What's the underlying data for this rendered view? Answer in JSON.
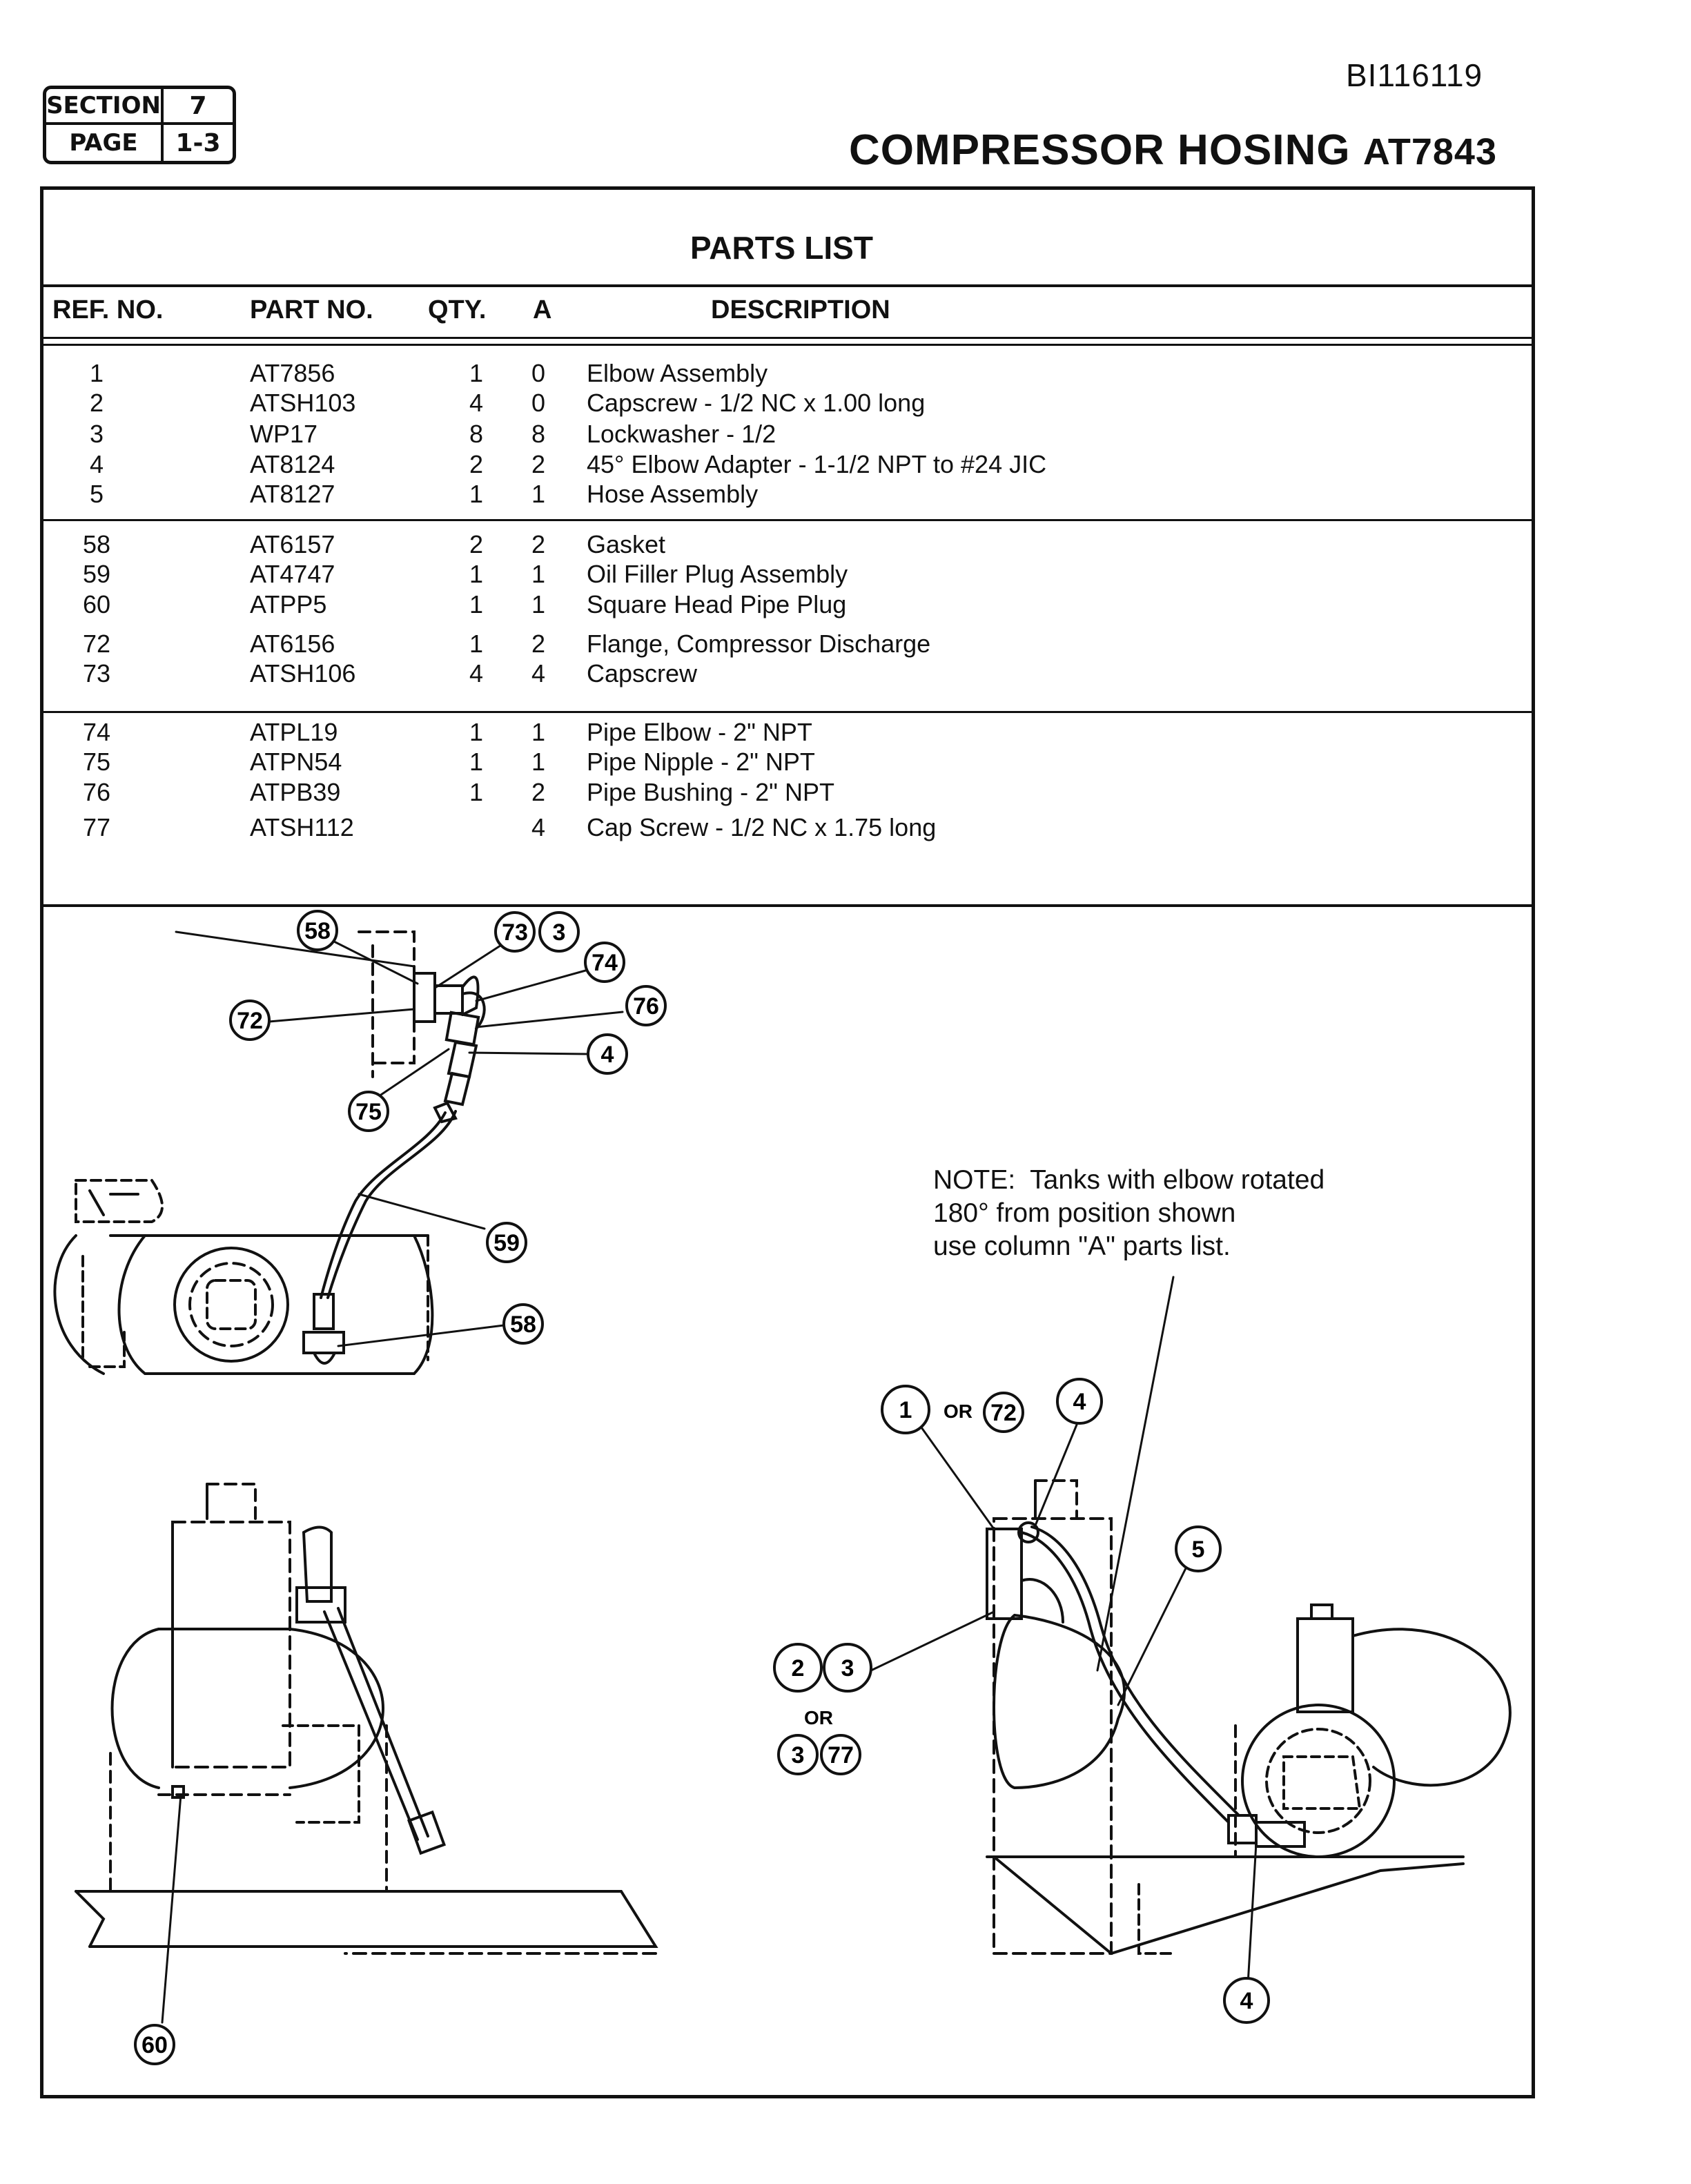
{
  "header": {
    "doc_id": "BI116119",
    "section_label": "SECTION",
    "section_value": "7",
    "page_label": "PAGE",
    "page_value": "1-3",
    "title": "COMPRESSOR HOSING",
    "model": "AT7843"
  },
  "parts_list": {
    "title": "PARTS LIST",
    "columns": [
      "REF. NO.",
      "PART NO.",
      "QTY.",
      "A",
      "DESCRIPTION"
    ],
    "rows": [
      {
        "ref": "1",
        "part": "AT7856",
        "qty": "1",
        "a": "0",
        "desc": "Elbow Assembly"
      },
      {
        "ref": "2",
        "part": "ATSH103",
        "qty": "4",
        "a": "0",
        "desc": "Capscrew - 1/2 NC x 1.00 long"
      },
      {
        "ref": "3",
        "part": "WP17",
        "qty": "8",
        "a": "8",
        "desc": "Lockwasher - 1/2"
      },
      {
        "ref": "4",
        "part": "AT8124",
        "qty": "2",
        "a": "2",
        "desc": "45° Elbow Adapter - 1-1/2 NPT to #24 JIC"
      },
      {
        "ref": "5",
        "part": "AT8127",
        "qty": "1",
        "a": "1",
        "desc": "Hose Assembly"
      },
      {
        "ref": "58",
        "part": "AT6157",
        "qty": "2",
        "a": "2",
        "desc": "Gasket"
      },
      {
        "ref": "59",
        "part": "AT4747",
        "qty": "1",
        "a": "1",
        "desc": "Oil Filler Plug Assembly"
      },
      {
        "ref": "60",
        "part": "ATPP5",
        "qty": "1",
        "a": "1",
        "desc": "Square Head Pipe Plug"
      },
      {
        "ref": "72",
        "part": "AT6156",
        "qty": "1",
        "a": "2",
        "desc": "Flange, Compressor Discharge"
      },
      {
        "ref": "73",
        "part": "ATSH106",
        "qty": "4",
        "a": "4",
        "desc": "Capscrew"
      },
      {
        "ref": "74",
        "part": "ATPL19",
        "qty": "1",
        "a": "1",
        "desc": "Pipe Elbow - 2\" NPT"
      },
      {
        "ref": "75",
        "part": "ATPN54",
        "qty": "1",
        "a": "1",
        "desc": "Pipe Nipple - 2\" NPT"
      },
      {
        "ref": "76",
        "part": "ATPB39",
        "qty": "1",
        "a": "2",
        "desc": "Pipe Bushing - 2\" NPT"
      },
      {
        "ref": "77",
        "part": "ATSH112",
        "qty": "",
        "a": "4",
        "desc": "Cap Screw - 1/2 NC x 1.75 long"
      }
    ]
  },
  "note": "NOTE:  Tanks with elbow rotated\n180° from position shown\nuse column \"A\" parts list.",
  "callouts": {
    "top": [
      "58",
      "73",
      "3",
      "74",
      "76",
      "72",
      "4",
      "75",
      "59",
      "58"
    ],
    "bottom_left": [
      "60"
    ],
    "right": [
      "1",
      "OR",
      "72",
      "4",
      "5",
      "2",
      "3",
      "OR",
      "3",
      "77",
      "4"
    ]
  }
}
